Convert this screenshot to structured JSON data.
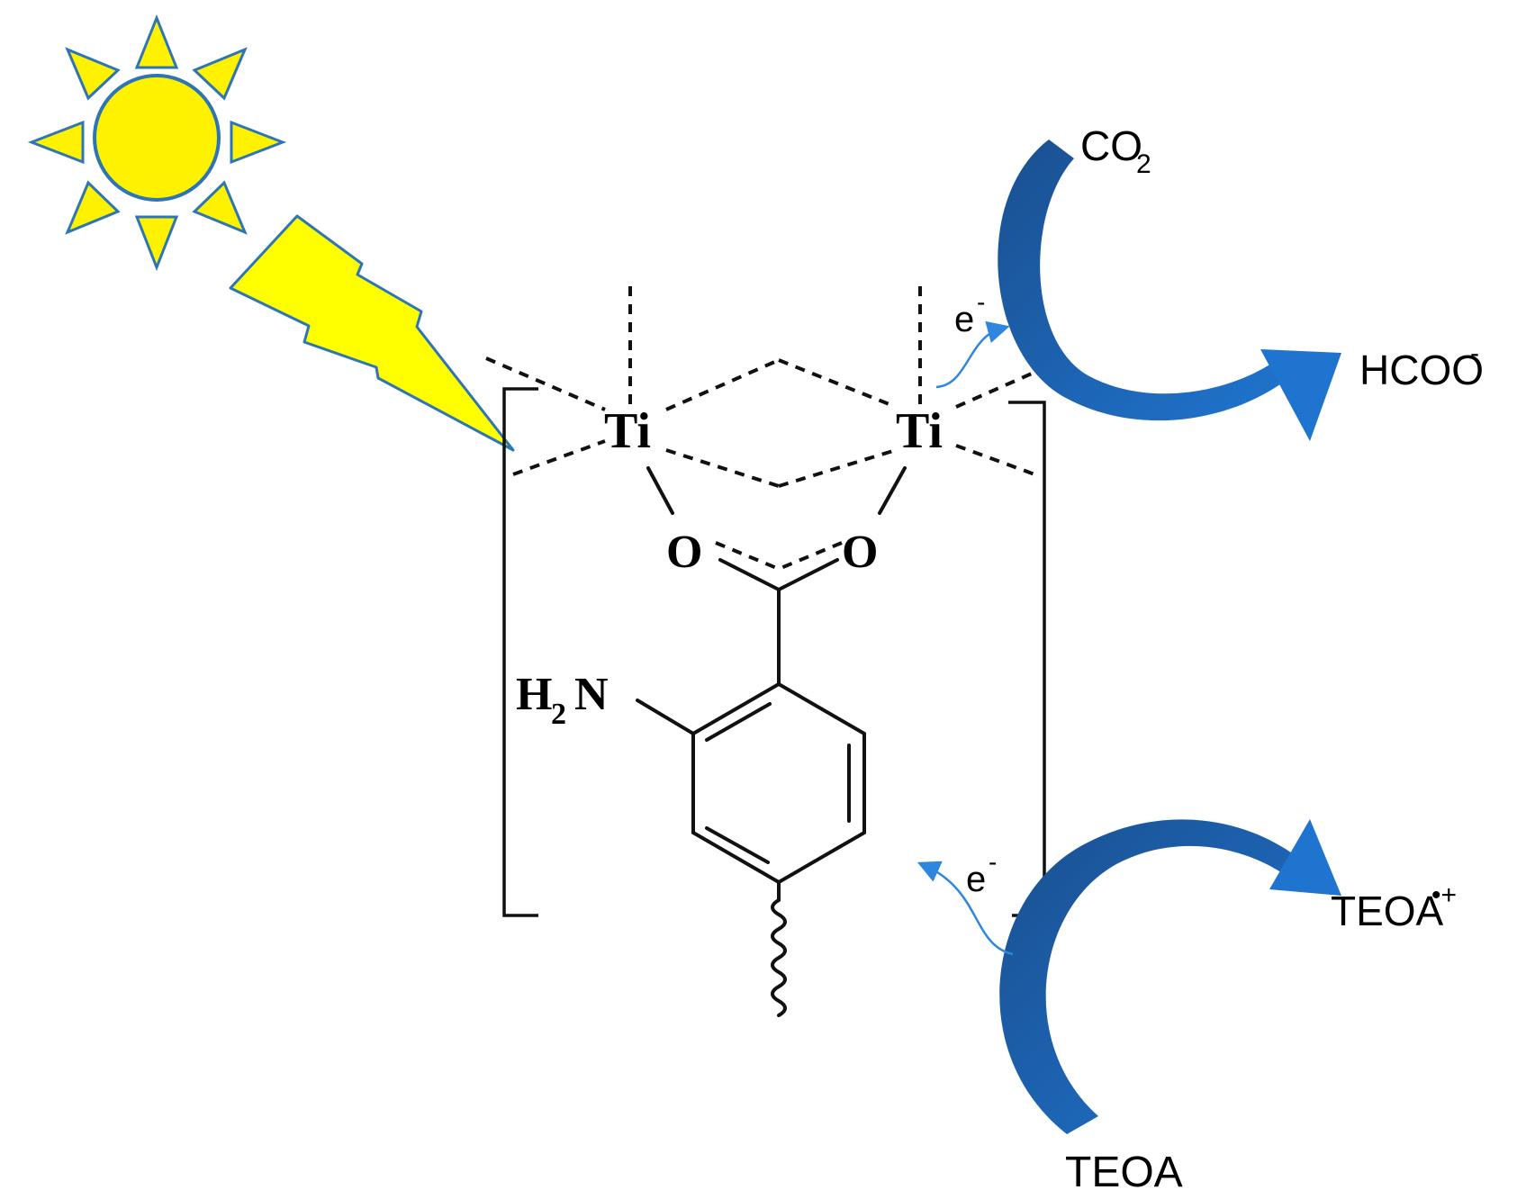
{
  "labels": {
    "co2_main": "CO",
    "co2_sub": "2",
    "hcoo_main": "HCOO",
    "hcoo_sup": "-",
    "teoa": "TEOA",
    "teoa_rad_main": "TEOA",
    "teoa_rad_sup": "•+",
    "electron_top_main": "e",
    "electron_top_sup": "-",
    "electron_bottom_main": "e",
    "electron_bottom_sup": "-",
    "ti_left": "Ti",
    "ti_right": "Ti",
    "o_left": "O",
    "o_right": "O",
    "amine_h": "H",
    "amine_sub": "2",
    "amine_n": "N"
  },
  "colors": {
    "sun_fill": "#FFF200",
    "sun_stroke": "#2E75B6",
    "bolt_fill": "#FFFF00",
    "arrow_blue": "#1F6FC5",
    "arrow_blue_dark": "#1A4F8F",
    "electron_arrow": "#2E86DE",
    "structure": "#111111"
  }
}
